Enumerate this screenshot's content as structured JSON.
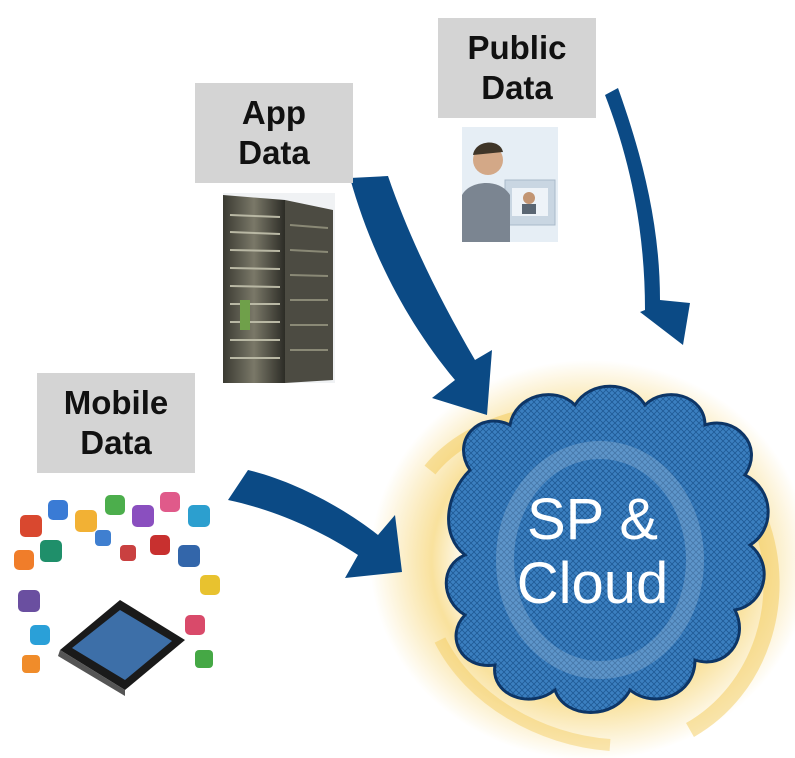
{
  "labels": {
    "public": [
      "Public",
      "Data"
    ],
    "app": [
      "App",
      "Data"
    ],
    "mobile": [
      "Mobile",
      "Data"
    ]
  },
  "cloud": {
    "lines": [
      "SP &",
      "Cloud"
    ]
  },
  "icons": {
    "public": "person-at-computer-icon",
    "app": "server-rack-icon",
    "mobile": "smartphone-apps-icon"
  },
  "colors": {
    "arrow": "#0b4a85",
    "cloud_fill": "#2f73b3",
    "cloud_glow": "#f2c64a",
    "label_bg": "#d4d4d4"
  }
}
